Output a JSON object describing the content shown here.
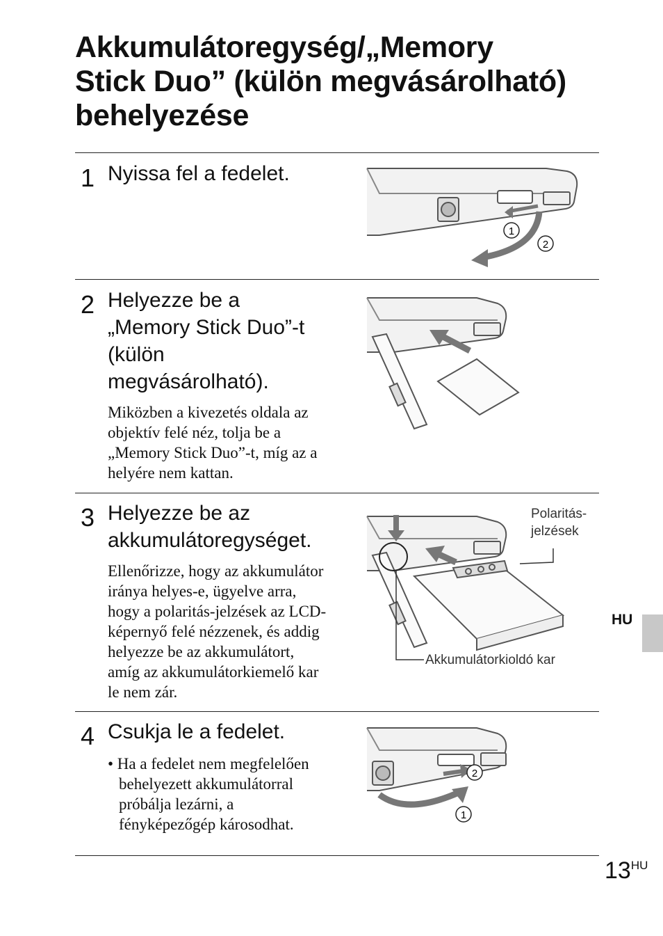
{
  "title_lines": [
    "Akkumulátoregység/„Memory",
    "Stick Duo” (külön megvásárolható)",
    "behelyezése"
  ],
  "steps": [
    {
      "number": "1",
      "heading_lines": [
        "Nyissa fel a fedelet."
      ],
      "body_lines": [],
      "bullet_lines": []
    },
    {
      "number": "2",
      "heading_lines": [
        "Helyezze be a",
        "„Memory Stick Duo”-t",
        "(külön",
        "megvásárolható)."
      ],
      "body_lines": [
        "Miközben a kivezetés oldala az",
        "objektív felé néz, tolja be a",
        "„Memory Stick Duo”-t, míg az a",
        "helyére nem kattan."
      ]
    },
    {
      "number": "3",
      "heading_lines": [
        "Helyezze be az",
        "akkumulátoregységet."
      ],
      "body_lines": [
        "Ellenőrizze, hogy az akkumulátor",
        "iránya helyes-e, ügyelve arra,",
        "hogy a polaritás-jelzések az LCD-",
        "képernyő felé nézzenek, és addig",
        "helyezze be az akkumulátort,",
        "amíg az akkumulátorkiemelő kar",
        "le nem zár."
      ],
      "callouts": {
        "polarity_lines": [
          "Polaritás-",
          "jelzések"
        ],
        "release_lever": "Akkumulátorkioldó kar"
      }
    },
    {
      "number": "4",
      "heading_lines": [
        "Csukja le a fedelet."
      ],
      "bullet_lines": [
        "• Ha a fedelet nem megfelelően",
        "behelyezett akkumulátorral",
        "próbálja lezárni, a",
        "fényképezőgép károsodhat."
      ]
    }
  ],
  "illustration_markers": {
    "circled_1": "1",
    "circled_2": "2"
  },
  "side_tab": "HU",
  "page_number": "13",
  "page_suffix": "HU"
}
